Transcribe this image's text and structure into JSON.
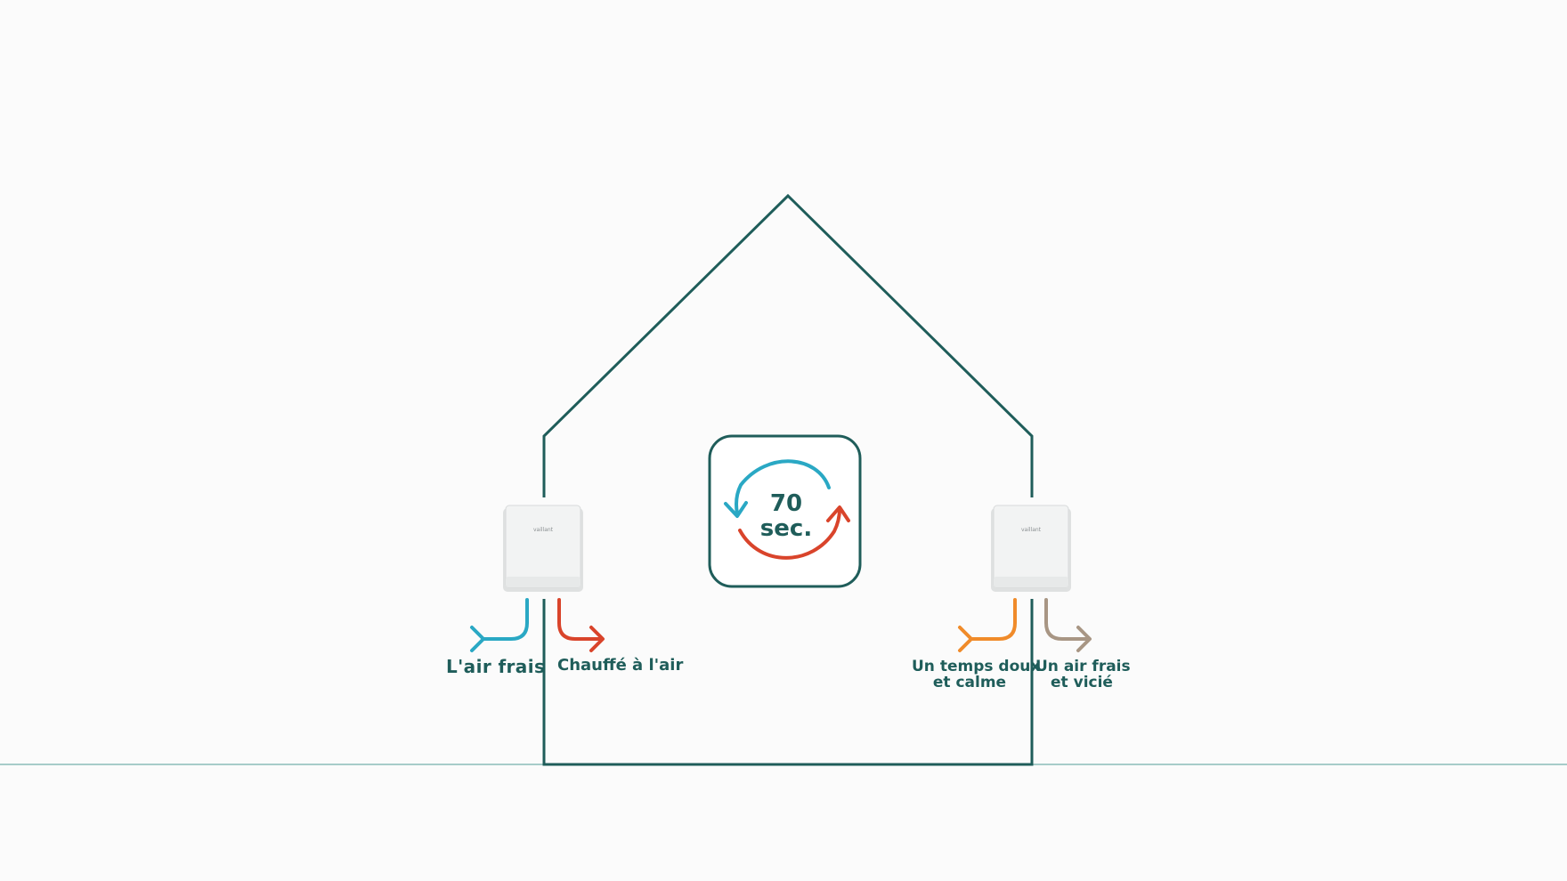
{
  "colors": {
    "outline": "#1f5d5a",
    "ground": "#a7ccc9",
    "blue": "#2aa8c4",
    "red": "#d9442b",
    "orange": "#f08b2a",
    "taupe": "#a89684",
    "unit_body": "#f2f3f3"
  },
  "cycle": {
    "number": "70",
    "unit": "sec."
  },
  "ventilation_units": [
    {
      "logo": "vaillant"
    },
    {
      "logo": "vaillant"
    }
  ],
  "labels": {
    "fresh_air": "L'air frais",
    "heated_air": "Chauffé à l'air",
    "mild_weather_line1": "Un temps doux",
    "mild_weather_line2": "et calme",
    "stale_air_line1": "Un air frais",
    "stale_air_line2": "et vicié"
  },
  "icons": {
    "cycle": "circular-arrows-icon",
    "fresh_air_arrow": "intake-arrow-icon",
    "heated_air_arrow": "outflow-arrow-icon",
    "mild_weather_arrow": "intake-arrow-icon",
    "stale_air_arrow": "outflow-arrow-icon"
  }
}
